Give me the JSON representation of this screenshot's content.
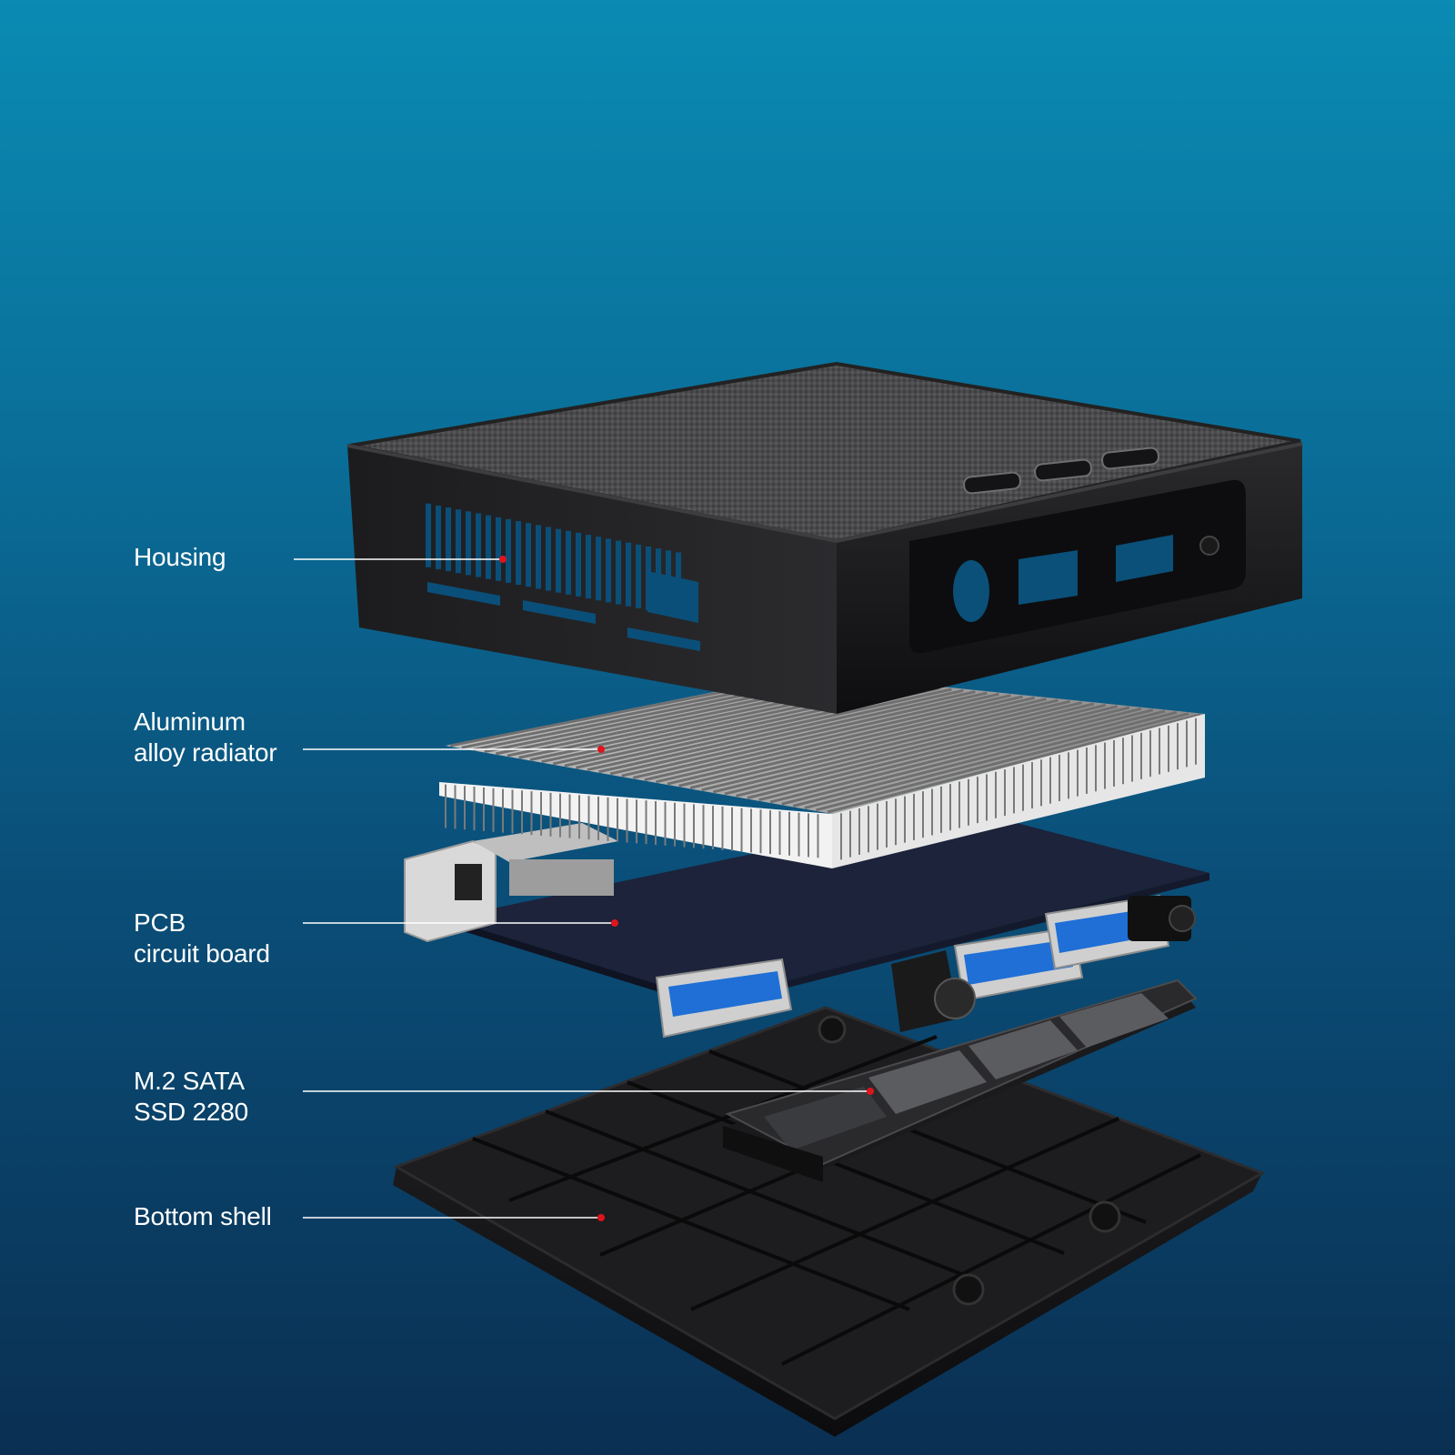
{
  "callouts": [
    {
      "id": "housing",
      "lines": [
        "Housing"
      ]
    },
    {
      "id": "radiator",
      "lines": [
        "Aluminum",
        "alloy radiator"
      ]
    },
    {
      "id": "pcb",
      "lines": [
        "PCB",
        "circuit board"
      ]
    },
    {
      "id": "ssd",
      "lines": [
        "M.2 SATA",
        "SSD 2280"
      ]
    },
    {
      "id": "bottom",
      "lines": [
        "Bottom shell"
      ]
    }
  ],
  "colors": {
    "leader_line": "#ffffff",
    "leader_dot": "#e0141c",
    "housing": "#1a1a1c",
    "fabric_top": "#4a4a4c",
    "radiator": "#d9d9d9",
    "pcb": "#1b2238",
    "usb_blue": "#1f6fd6",
    "ssd": "#2a2a2c",
    "bottom_shell": "#151517"
  }
}
